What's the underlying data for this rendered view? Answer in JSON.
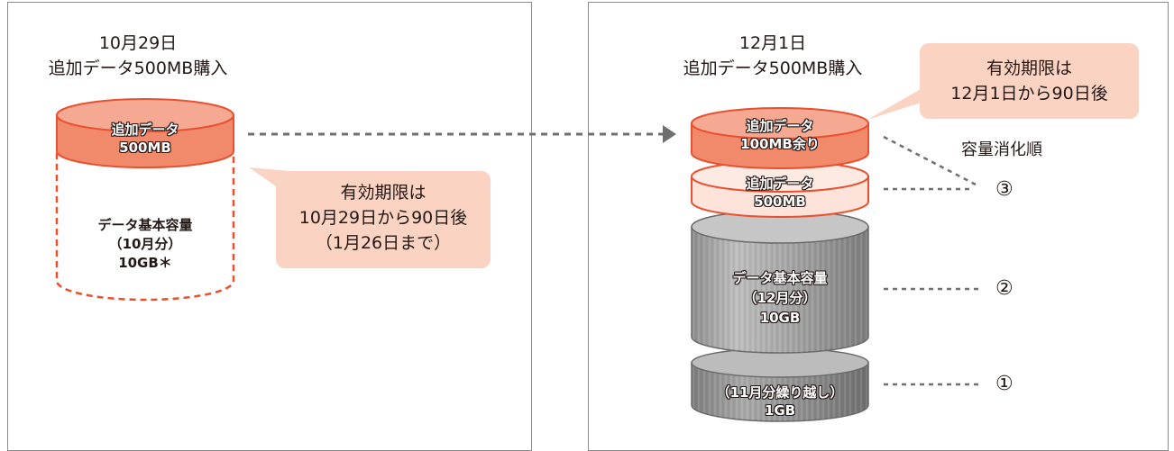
{
  "left": {
    "heading": {
      "date": "10月29日",
      "action": "追加データ500MB購入"
    },
    "added_data": {
      "line1": "追加データ",
      "line2": "500MB"
    },
    "basic_capacity": {
      "line1": "データ基本容量",
      "line2": "（10月分）",
      "line3": "10GB＊"
    },
    "callout": {
      "line1": "有効期限は",
      "line2": "10月29日から90日後",
      "line3": "（1月26日まで）"
    }
  },
  "right": {
    "heading": {
      "date": "12月1日",
      "action": "追加データ500MB購入"
    },
    "callout": {
      "line1": "有効期限は",
      "line2": "12月1日から90日後"
    },
    "remaining_data": {
      "line1": "追加データ",
      "line2": "100MB余り"
    },
    "added_data": {
      "line1": "追加データ",
      "line2": "500MB"
    },
    "basic_capacity": {
      "line1": "データ基本容量",
      "line2": "（12月分）",
      "line3": "10GB"
    },
    "carryover": {
      "line1": "（11月分繰り越し）",
      "line2": "1GB"
    },
    "order_title": "容量消化順",
    "order": [
      "③",
      "②",
      "①"
    ]
  },
  "colors": {
    "orange_fill": "#f29a82",
    "orange_stroke": "#e8502f",
    "callout_fill": "#fbd3c2",
    "gray_fill": "#a9a9a9",
    "dashed_line": "#6f6f6f"
  }
}
